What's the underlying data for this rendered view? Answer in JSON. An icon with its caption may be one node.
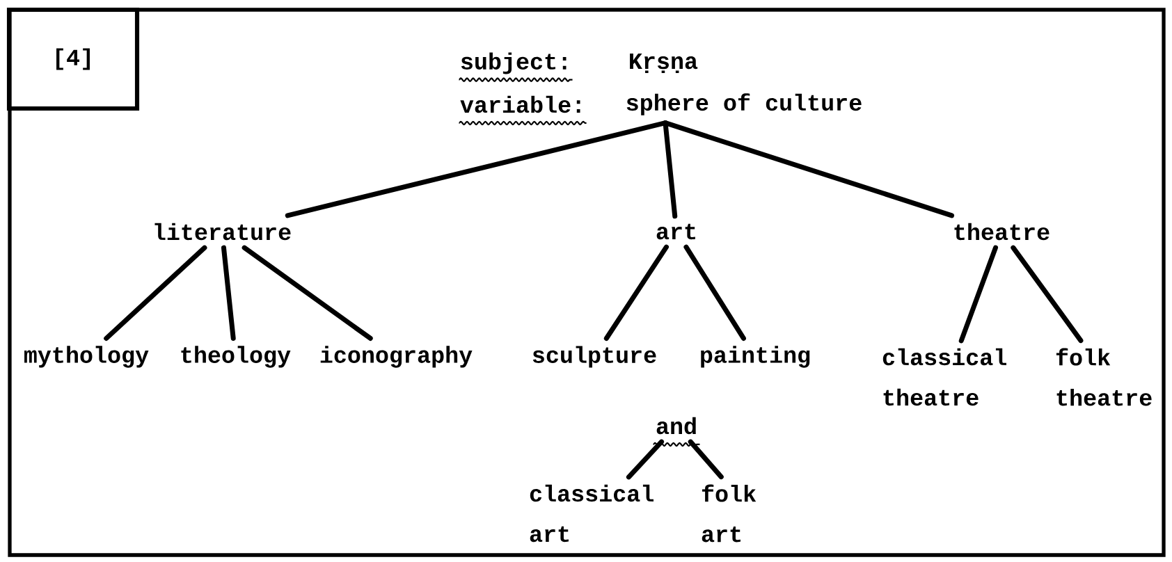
{
  "diagram": {
    "nodes": [
      {
        "text": [
          "[4]"
        ]
      },
      {
        "text": [
          "sphere of culture"
        ]
      },
      {
        "text": [
          "literature"
        ]
      },
      {
        "text": [
          "art"
        ]
      },
      {
        "text": [
          "theatre"
        ]
      },
      {
        "text": [
          "mythology"
        ]
      },
      {
        "text": [
          "theology"
        ]
      },
      {
        "text": [
          "iconography"
        ]
      },
      {
        "text": [
          "sculpture"
        ]
      },
      {
        "text": [
          "painting"
        ]
      },
      {
        "text": [
          "and"
        ]
      },
      {
        "text": [
          "classical art"
        ]
      },
      {
        "text": [
          "folk art"
        ]
      },
      {
        "text": [
          "classical theatre"
        ]
      },
      {
        "text": [
          "folk theatre"
        ]
      }
    ],
    "edges": [
      {
        "from": 1,
        "to": 2,
        "arrow": "none"
      },
      {
        "from": 1,
        "to": 3,
        "arrow": "none"
      },
      {
        "from": 1,
        "to": 4,
        "arrow": "none"
      },
      {
        "from": 2,
        "to": 5,
        "arrow": "none"
      },
      {
        "from": 2,
        "to": 6,
        "arrow": "none"
      },
      {
        "from": 2,
        "to": 7,
        "arrow": "none"
      },
      {
        "from": 3,
        "to": 8,
        "arrow": "none"
      },
      {
        "from": 3,
        "to": 9,
        "arrow": "none"
      },
      {
        "from": 4,
        "to": 13,
        "arrow": "none"
      },
      {
        "from": 4,
        "to": 14,
        "arrow": "none"
      },
      {
        "from": 10,
        "to": 11,
        "arrow": "none"
      },
      {
        "from": 10,
        "to": 12,
        "arrow": "none"
      }
    ],
    "labels": [
      "subject:",
      "Kṛṣṇa",
      "variable:"
    ]
  }
}
